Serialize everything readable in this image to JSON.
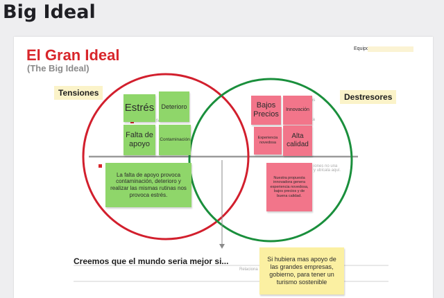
{
  "page_title": "Big Ideal",
  "board": {
    "title": "El Gran Ideal",
    "subtitle": "(The Big Ideal)",
    "equipo_label": "Equipo",
    "left_label": "Tensiones",
    "right_label": "Destresores",
    "bottom_statement": "Creemos que el mundo seria mejor si...",
    "faint_fragments": {
      "left_partial": "ficultades",
      "right_top_1": "res",
      "right_top_2": "sta",
      "right_middle": "iones no una\ny ubícala aquí.",
      "bottom_hint": "Relaciona ..."
    },
    "notes": {
      "estres": "Estrés",
      "deterioro": "Deterioro",
      "falta_apoyo": "Falta de apoyo",
      "contaminacion": "Contaminación",
      "left_summary": "La falta de apoyo provoca contaminación, deterioro y realizar las mismas rutinas nos provoca estrés.",
      "bajos_precios": "Bajos Precios",
      "innovacion": "Innovación",
      "experiencia": "Experiencia novedosa",
      "alta_calidad": "Alta calidad",
      "right_summary": "Nuestra propuesta innovadora genera experiencia novedosa, bajos precios y de buena calidad.",
      "conclusion": "Si hubiera mas apoyo de las grandes empresas, gobierno, para tener un turismo sostenible"
    }
  },
  "colors": {
    "title_red": "#d8262b",
    "circle_left": "#d21f2d",
    "circle_right": "#1a8f3c",
    "note_green": "#8fd66a",
    "note_pink": "#f2758a",
    "note_yellow": "#fbf0a2",
    "label_bg": "#fbf3c9"
  }
}
